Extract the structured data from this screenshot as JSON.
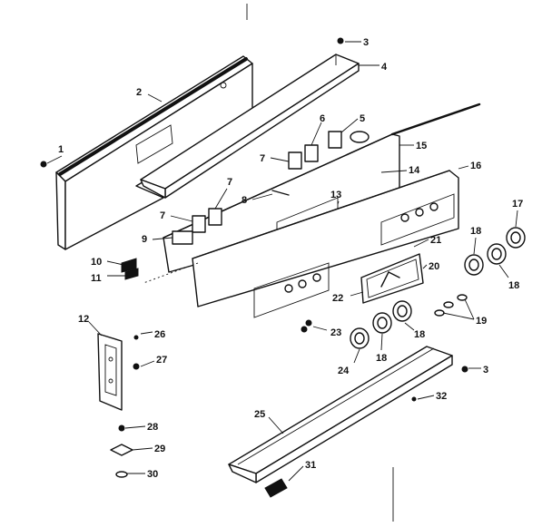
{
  "callouts": [
    {
      "id": "c1",
      "text": "1"
    },
    {
      "id": "c2",
      "text": "2"
    },
    {
      "id": "c3a",
      "text": "3"
    },
    {
      "id": "c3b",
      "text": "3"
    },
    {
      "id": "c4",
      "text": "4"
    },
    {
      "id": "c5",
      "text": "5"
    },
    {
      "id": "c6",
      "text": "6"
    },
    {
      "id": "c7a",
      "text": "7"
    },
    {
      "id": "c7b",
      "text": "7"
    },
    {
      "id": "c7c",
      "text": "7"
    },
    {
      "id": "c8",
      "text": "8"
    },
    {
      "id": "c9",
      "text": "9"
    },
    {
      "id": "c10",
      "text": "10"
    },
    {
      "id": "c11",
      "text": "11"
    },
    {
      "id": "c12",
      "text": "12"
    },
    {
      "id": "c13",
      "text": "13"
    },
    {
      "id": "c14",
      "text": "14"
    },
    {
      "id": "c15",
      "text": "15"
    },
    {
      "id": "c16",
      "text": "16"
    },
    {
      "id": "c17",
      "text": "17"
    },
    {
      "id": "c18a",
      "text": "18"
    },
    {
      "id": "c18b",
      "text": "18"
    },
    {
      "id": "c18c",
      "text": "18"
    },
    {
      "id": "c18d",
      "text": "18"
    },
    {
      "id": "c19",
      "text": "19"
    },
    {
      "id": "c20",
      "text": "20"
    },
    {
      "id": "c21",
      "text": "21"
    },
    {
      "id": "c22",
      "text": "22"
    },
    {
      "id": "c23",
      "text": "23"
    },
    {
      "id": "c24",
      "text": "24"
    },
    {
      "id": "c25",
      "text": "25"
    },
    {
      "id": "c26",
      "text": "26"
    },
    {
      "id": "c27",
      "text": "27"
    },
    {
      "id": "c28",
      "text": "28"
    },
    {
      "id": "c29",
      "text": "29"
    },
    {
      "id": "c30",
      "text": "30"
    },
    {
      "id": "c31",
      "text": "31"
    },
    {
      "id": "c32",
      "text": "32"
    }
  ]
}
